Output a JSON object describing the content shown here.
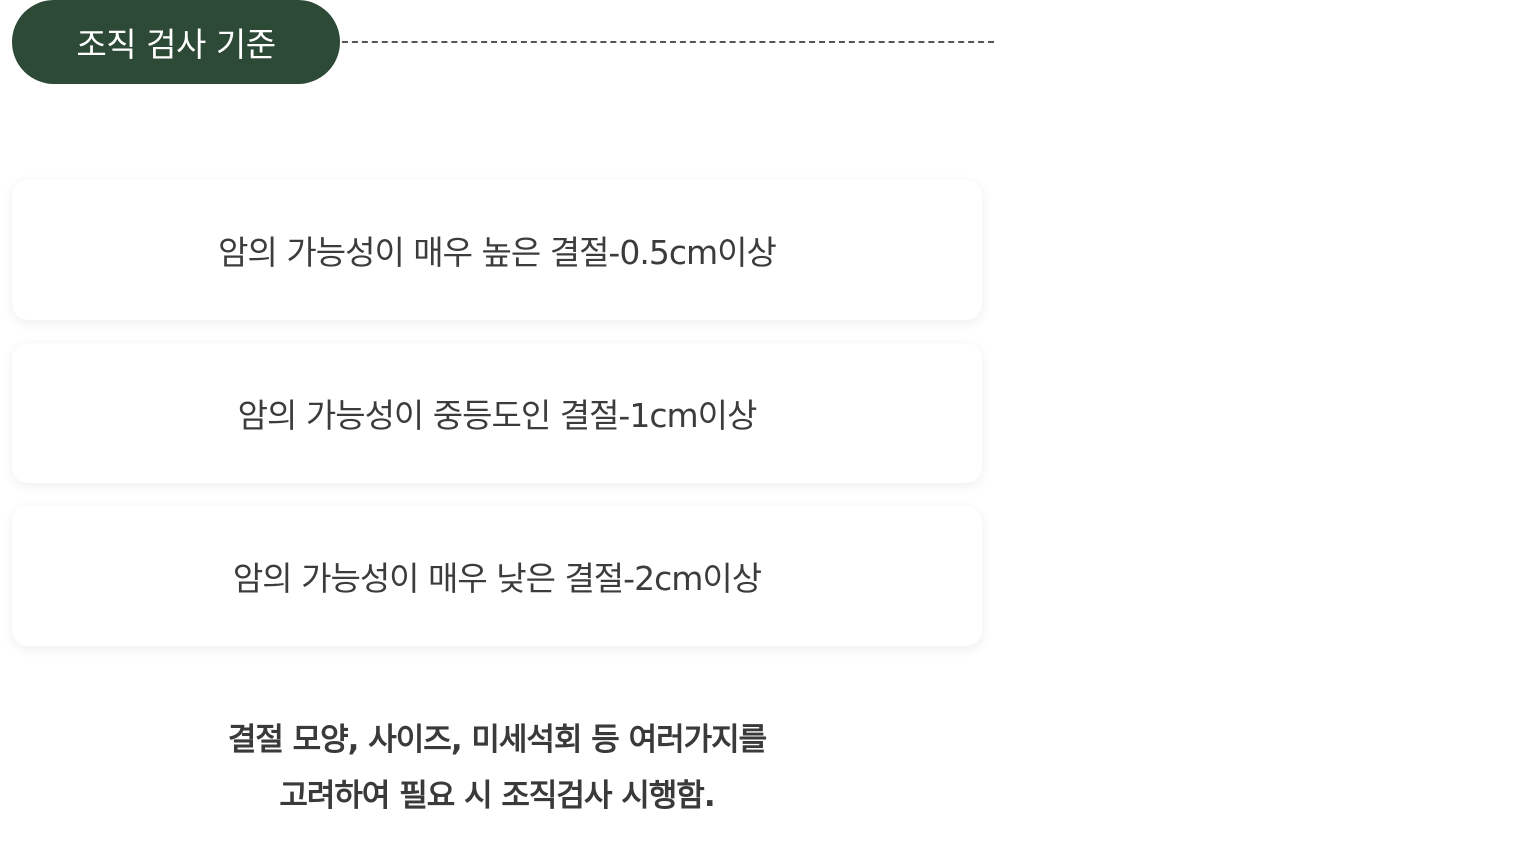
{
  "header": {
    "title": "조직 검사 기준"
  },
  "criteria": [
    {
      "text": "암의 가능성이 매우 높은 결절-0.5cm이상"
    },
    {
      "text": "암의 가능성이 중등도인 결절-1cm이상"
    },
    {
      "text": "암의 가능성이 매우 낮은 결절-2cm이상"
    }
  ],
  "note": {
    "line1": "결절 모양, 사이즈, 미세석회 등 여러가지를",
    "line2": "고려하여 필요 시 조직검사 시행함."
  },
  "colors": {
    "pill_background": "#2c4a36",
    "pill_text": "#ffffff",
    "body_text": "#3a3a3a"
  }
}
